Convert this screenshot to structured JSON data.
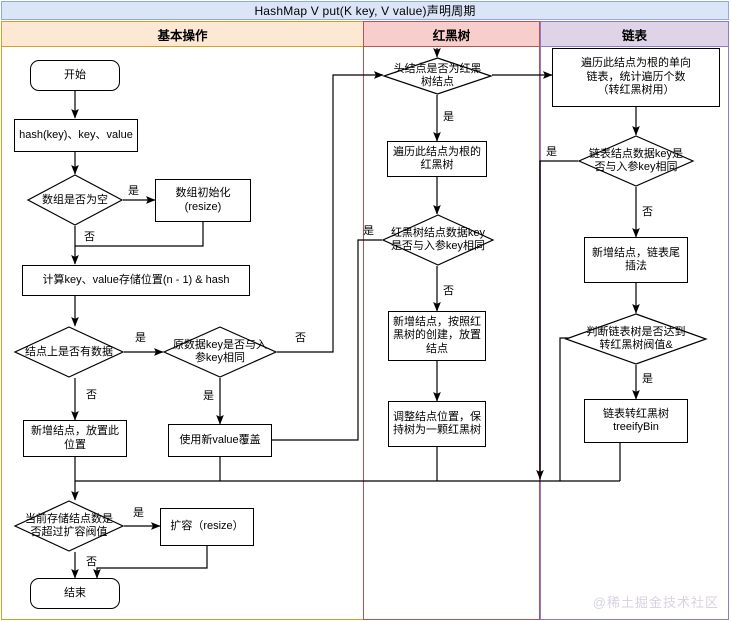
{
  "header": {
    "title": "HashMap V put(K key, V value)声明周期",
    "columns": [
      {
        "id": "basic",
        "label": "基本操作"
      },
      {
        "id": "rbtree",
        "label": "红黑树"
      },
      {
        "id": "linkedlist",
        "label": "链表"
      }
    ]
  },
  "colors": {
    "title_fill": "#dbe5f7",
    "title_border": "#8faadc",
    "col1_fill": "#fde9d3",
    "col1_border": "#d5a021",
    "col2_fill": "#f8cecc",
    "col2_border": "#b85450",
    "col3_fill": "#ded3e7",
    "col3_border": "#8e7cc3",
    "node_fill": "#ffffff",
    "node_border": "#000000",
    "watermark": "#d9d2e0"
  },
  "nodes": {
    "start": "开始",
    "hash_inputs": "hash(key)、key、value",
    "array_empty": "数组是否为空",
    "array_init": "数组初始化\n(resize)",
    "calc_index": "计算key、value存储位置(n - 1) & hash",
    "node_has_data": "结点上是否有数据",
    "same_key": "原数据key是否与入\n参key相同",
    "new_node_here": "新增结点，放置此\n位置",
    "overwrite_value": "使用新value覆盖",
    "over_threshold": "当前存储结点数是\n否超过扩容阀值",
    "resize": "扩容（resize）",
    "end": "结束",
    "is_rbtree_head": "头结点是否为红黑\n树结点",
    "traverse_rbtree": "遍历此结点为根的\n红黑树",
    "rbtree_same_key": "红黑树结点数据key\n是否与入参key相同",
    "rbtree_insert": "新增结点，按照红\n黑树的创建，放置\n结点",
    "rbtree_balance": "调整结点位置，保\n持树为一颗红黑树",
    "traverse_list": "遍历此结点为根的单向\n链表，统计遍历个数\n（转红黑树用）",
    "list_same_key": "链表结点数据key是\n否与入参key相同",
    "list_append": "新增结点，链表尾\n插法",
    "list_threshold": "判断链表树是否达到\n转红黑树阀值&",
    "treeify": "链表转红黑树\ntreeifyBin"
  },
  "edge_labels": {
    "array_empty_yes": "是",
    "array_empty_no": "否",
    "node_has_data_yes": "是",
    "node_has_data_no": "否",
    "same_key_yes": "是",
    "same_key_no": "否",
    "over_threshold_yes": "是",
    "over_threshold_no": "否",
    "rbtree_head_yes": "是",
    "rbtree_same_key_yes": "是",
    "rbtree_same_key_no": "否",
    "list_same_key_yes": "是",
    "list_same_key_no": "否",
    "list_threshold_yes": "是"
  },
  "watermark": "@稀土掘金技术社区"
}
